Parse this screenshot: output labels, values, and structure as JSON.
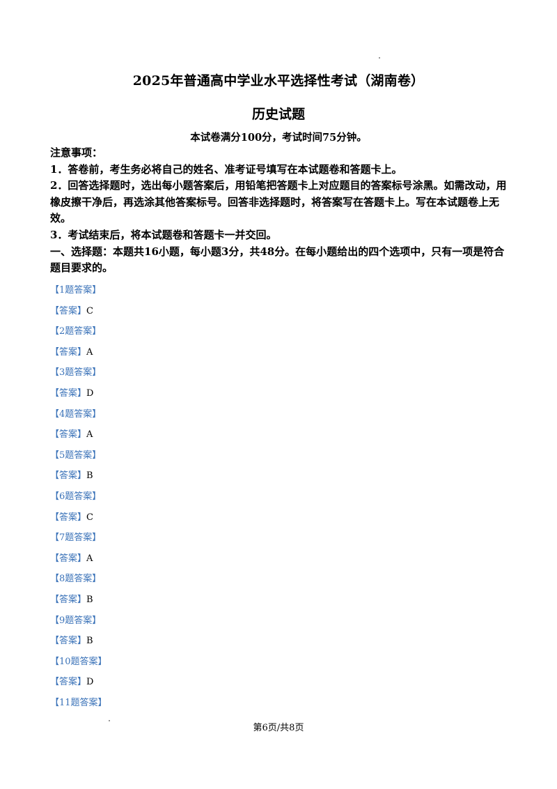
{
  "header": {
    "title": "2025年普通高中学业水平选择性考试（湖南卷）",
    "subject": "历史试题",
    "exam_note": "本试卷满分100分，考试时间75分钟。"
  },
  "instructions": {
    "heading": "注意事项：",
    "items": [
      "1．答卷前，考生务必将自己的姓名、准考证号填写在本试题卷和答题卡上。",
      "2．回答选择题时，选出每小题答案后，用铅笔把答题卡上对应题目的答案标号涂黑。如需改动，用橡皮擦干净后，再选涂其他答案标号。回答非选择题时，将答案写在答题卡上。写在本试题卷上无效。",
      "3．考试结束后，将本试题卷和答题卡一并交回。"
    ],
    "section": "一、选择题：本题共16小题，每小题3分，共48分。在每小题给出的四个选项中，只有一项是符合题目要求的。"
  },
  "answers": [
    {
      "header": "【1题答案】",
      "label": "【答案】",
      "value": "C"
    },
    {
      "header": "【2题答案】",
      "label": "【答案】",
      "value": "A"
    },
    {
      "header": "【3题答案】",
      "label": "【答案】",
      "value": "D"
    },
    {
      "header": "【4题答案】",
      "label": "【答案】",
      "value": "A"
    },
    {
      "header": "【5题答案】",
      "label": "【答案】",
      "value": "B"
    },
    {
      "header": "【6题答案】",
      "label": "【答案】",
      "value": "C"
    },
    {
      "header": "【7题答案】",
      "label": "【答案】",
      "value": "A"
    },
    {
      "header": "【8题答案】",
      "label": "【答案】",
      "value": "B"
    },
    {
      "header": "【9题答案】",
      "label": "【答案】",
      "value": "B"
    },
    {
      "header": "【10题答案】",
      "label": "【答案】",
      "value": "D"
    },
    {
      "header": "【11题答案】"
    }
  ],
  "footer": {
    "page_indicator": "第6页/共8页"
  },
  "colors": {
    "answer_blue": "#3a72b8",
    "text": "#000000",
    "background": "#ffffff"
  }
}
